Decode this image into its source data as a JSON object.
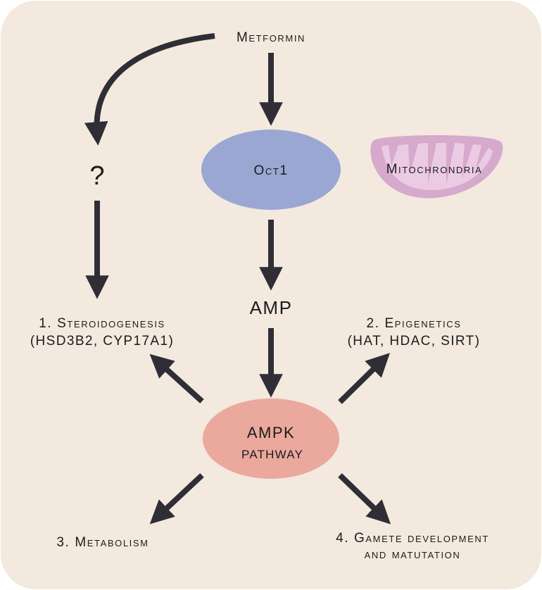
{
  "nodes": {
    "metformin": "Metformin",
    "oct1": "Oct1",
    "mitochondria": "Mitochrondria",
    "unknown": "?",
    "amp": "AMP",
    "ampk": "AMPK",
    "ampk_pathway": "pathway"
  },
  "outcomes": {
    "steroidogenesis": "1. Steroidogenesis",
    "steroidogenesis_genes": "(HSD3B2, CYP17A1)",
    "epigenetics": "2. Epigenetics",
    "epigenetics_enzymes": "(HAT, HDAC, SIRT)",
    "metabolism": "3. Metabolism",
    "gamete_line1": "4. Gamete development",
    "gamete_line2": "and matutation"
  },
  "colors": {
    "background": "#f3e9de",
    "oct1_fill": "#9aa7d2",
    "ampk_fill": "#eba89d",
    "mitochondria_fill": "#d6a9cd",
    "mitochondria_cristae": "#ebcbe3",
    "arrow": "#2f2e36"
  }
}
